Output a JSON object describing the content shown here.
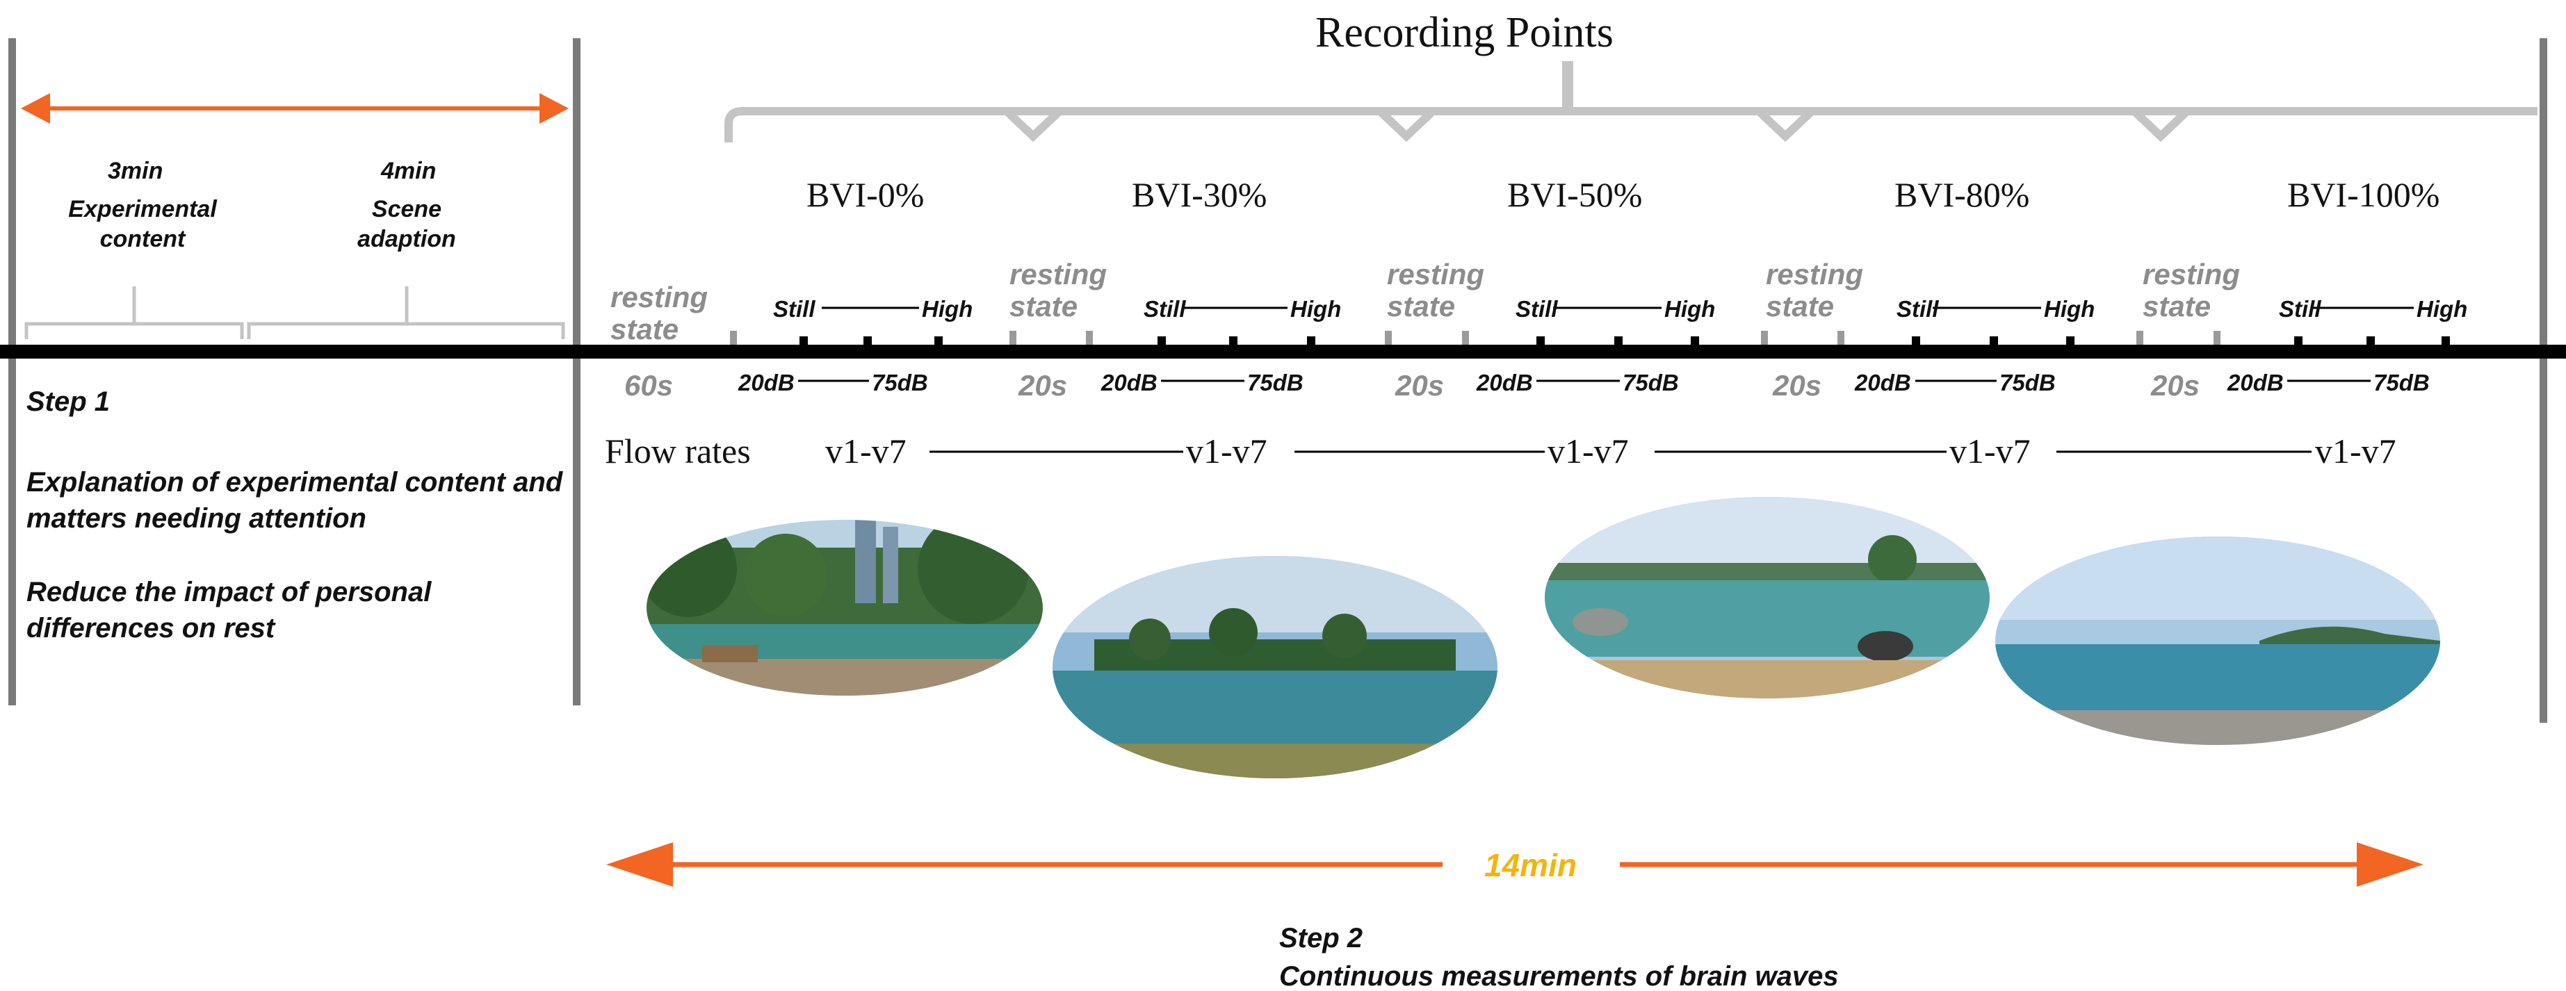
{
  "title": "Recording Points",
  "left_phases": [
    {
      "duration": "3min",
      "label": "Experimental content"
    },
    {
      "duration": "4min",
      "label": "Scene adaption"
    }
  ],
  "step1": {
    "heading": "Step 1",
    "notes": [
      "Explanation of experimental content and matters needing attention",
      "Reduce the impact of personal differences on rest"
    ]
  },
  "resting": {
    "label": "resting state",
    "durations": [
      "60s",
      "20s",
      "20s",
      "20s",
      "20s"
    ]
  },
  "conditions": [
    {
      "label": "BVI-0%",
      "flow_low": "Still",
      "flow_high": "High",
      "db_low": "20dB",
      "db_high": "75dB"
    },
    {
      "label": "BVI-30%",
      "flow_low": "Still",
      "flow_high": "High",
      "db_low": "20dB",
      "db_high": "75dB"
    },
    {
      "label": "BVI-50%",
      "flow_low": "Still",
      "flow_high": "High",
      "db_low": "20dB",
      "db_high": "75dB"
    },
    {
      "label": "BVI-80%",
      "flow_low": "Still",
      "flow_high": "High",
      "db_low": "20dB",
      "db_high": "75dB"
    },
    {
      "label": "BVI-100%",
      "flow_low": "Still",
      "flow_high": "High",
      "db_low": "20dB",
      "db_high": "75dB"
    }
  ],
  "flow_rates": {
    "label": "Flow rates",
    "segments": [
      "v1-v7",
      "v1-v7",
      "v1-v7",
      "v1-v7",
      "v1-v7"
    ]
  },
  "total_duration": "14min",
  "step2": {
    "heading": "Step 2",
    "label": "Continuous measurements of brain waves"
  },
  "colors": {
    "arrow": "#f26522",
    "duration_text": "#f2b50f",
    "bracket": "#c4c4c4",
    "timeline": "#000000",
    "resting_text": "#8c8c8c"
  },
  "scenes": [
    {
      "name": "lakeside-park-scene"
    },
    {
      "name": "forest-island-lake-scene"
    },
    {
      "name": "bay-with-rocks-scene"
    },
    {
      "name": "open-sea-scene"
    }
  ]
}
